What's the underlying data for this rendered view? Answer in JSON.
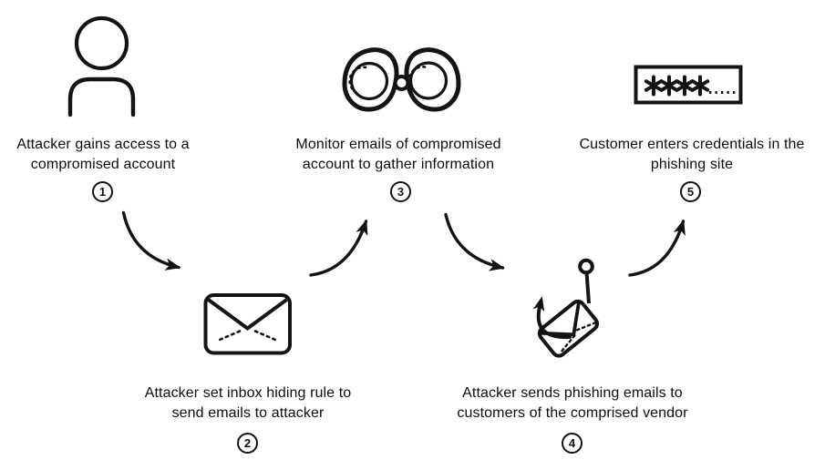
{
  "page": {
    "background_color": "#ffffff",
    "ink_color": "#111111"
  },
  "diagram": {
    "type": "attack-flow",
    "topic": "vendor email compromise phishing flow",
    "steps": [
      {
        "number": "1",
        "icon": "person-icon",
        "lines": [
          "Attacker gains access to a",
          "compromised account"
        ]
      },
      {
        "number": "2",
        "icon": "envelope-icon",
        "lines": [
          "Attacker set inbox hiding rule to",
          "send emails to attacker"
        ]
      },
      {
        "number": "3",
        "icon": "binoculars-icon",
        "lines": [
          "Monitor emails of compromised",
          "account to gather information"
        ]
      },
      {
        "number": "4",
        "icon": "phishing-email-hook-icon",
        "lines": [
          "Attacker sends phishing emails to",
          "customers of the comprised vendor"
        ]
      },
      {
        "number": "5",
        "icon": "password-field-icon",
        "password_mask": "****.....",
        "lines": [
          "Customer enters credentials in the",
          "phishing site"
        ]
      }
    ],
    "connections": [
      {
        "from": "1",
        "to": "2"
      },
      {
        "from": "2",
        "to": "3"
      },
      {
        "from": "3",
        "to": "4"
      },
      {
        "from": "4",
        "to": "5"
      }
    ]
  }
}
